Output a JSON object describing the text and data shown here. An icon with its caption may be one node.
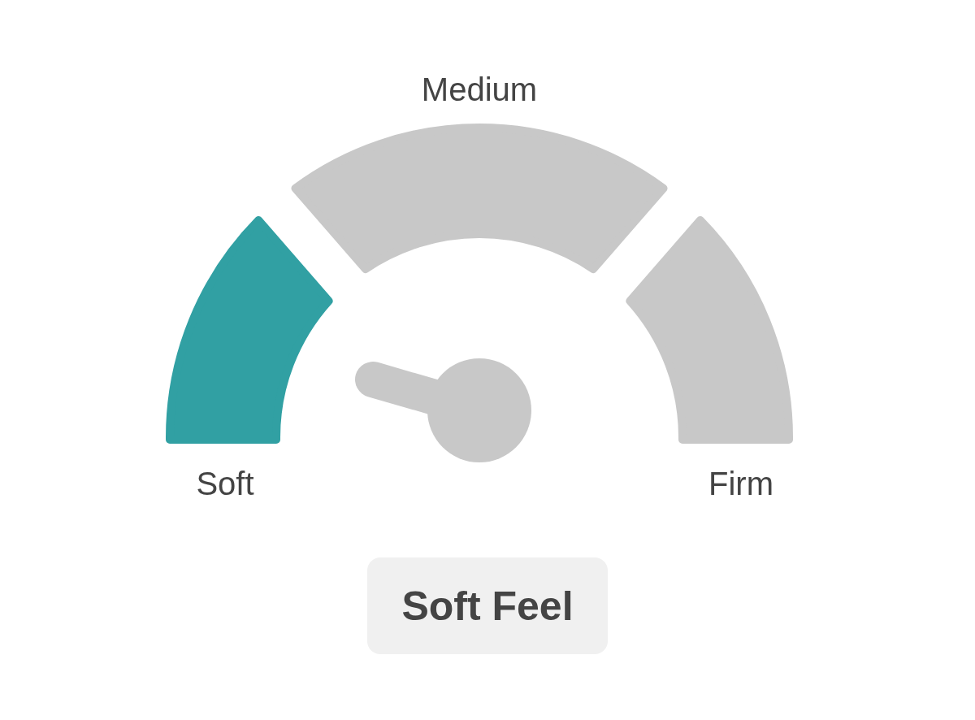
{
  "diagram": {
    "nodes": [
      {
        "text": [
          "Soft"
        ]
      },
      {
        "text": [
          "Medium"
        ]
      },
      {
        "text": [
          "Firm"
        ]
      },
      {
        "text": [
          "Soft Feel"
        ]
      }
    ]
  }
}
